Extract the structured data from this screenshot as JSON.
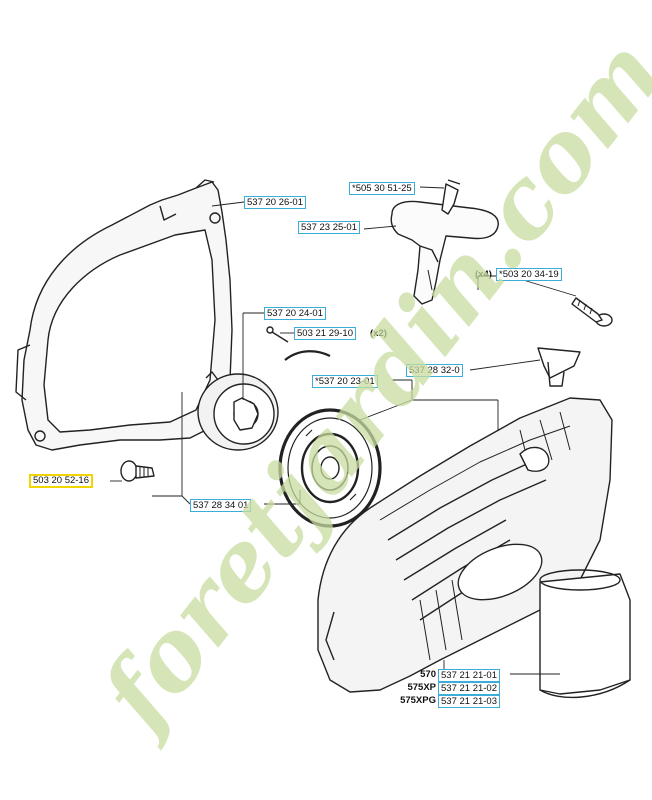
{
  "parts": {
    "p1": "537 20 26-01",
    "p2": "*505 30 51-25",
    "p3": "537 23 25-01",
    "p4": "*503 20 34-19",
    "p5": "537 20 24-01",
    "p6": "503 21 29-10",
    "p7": "*537 20 23-01",
    "p8": "537 28 32-0",
    "p9": "503 20 52-16",
    "p10": "537 28 34 01"
  },
  "quantities": {
    "p4": "(x4)",
    "p6": "(x2)"
  },
  "variants": [
    {
      "model": "570",
      "part": "537 21 21-01"
    },
    {
      "model": "575XP",
      "part": "537 21 21-02"
    },
    {
      "model": "575XPG",
      "part": "537 21 21-03"
    }
  ],
  "watermark": {
    "text": "foretjardin.com",
    "color": "#c8dca0"
  },
  "colors": {
    "label_border": "#3aaed8",
    "highlight_border": "#f2d400",
    "line": "#222222"
  }
}
